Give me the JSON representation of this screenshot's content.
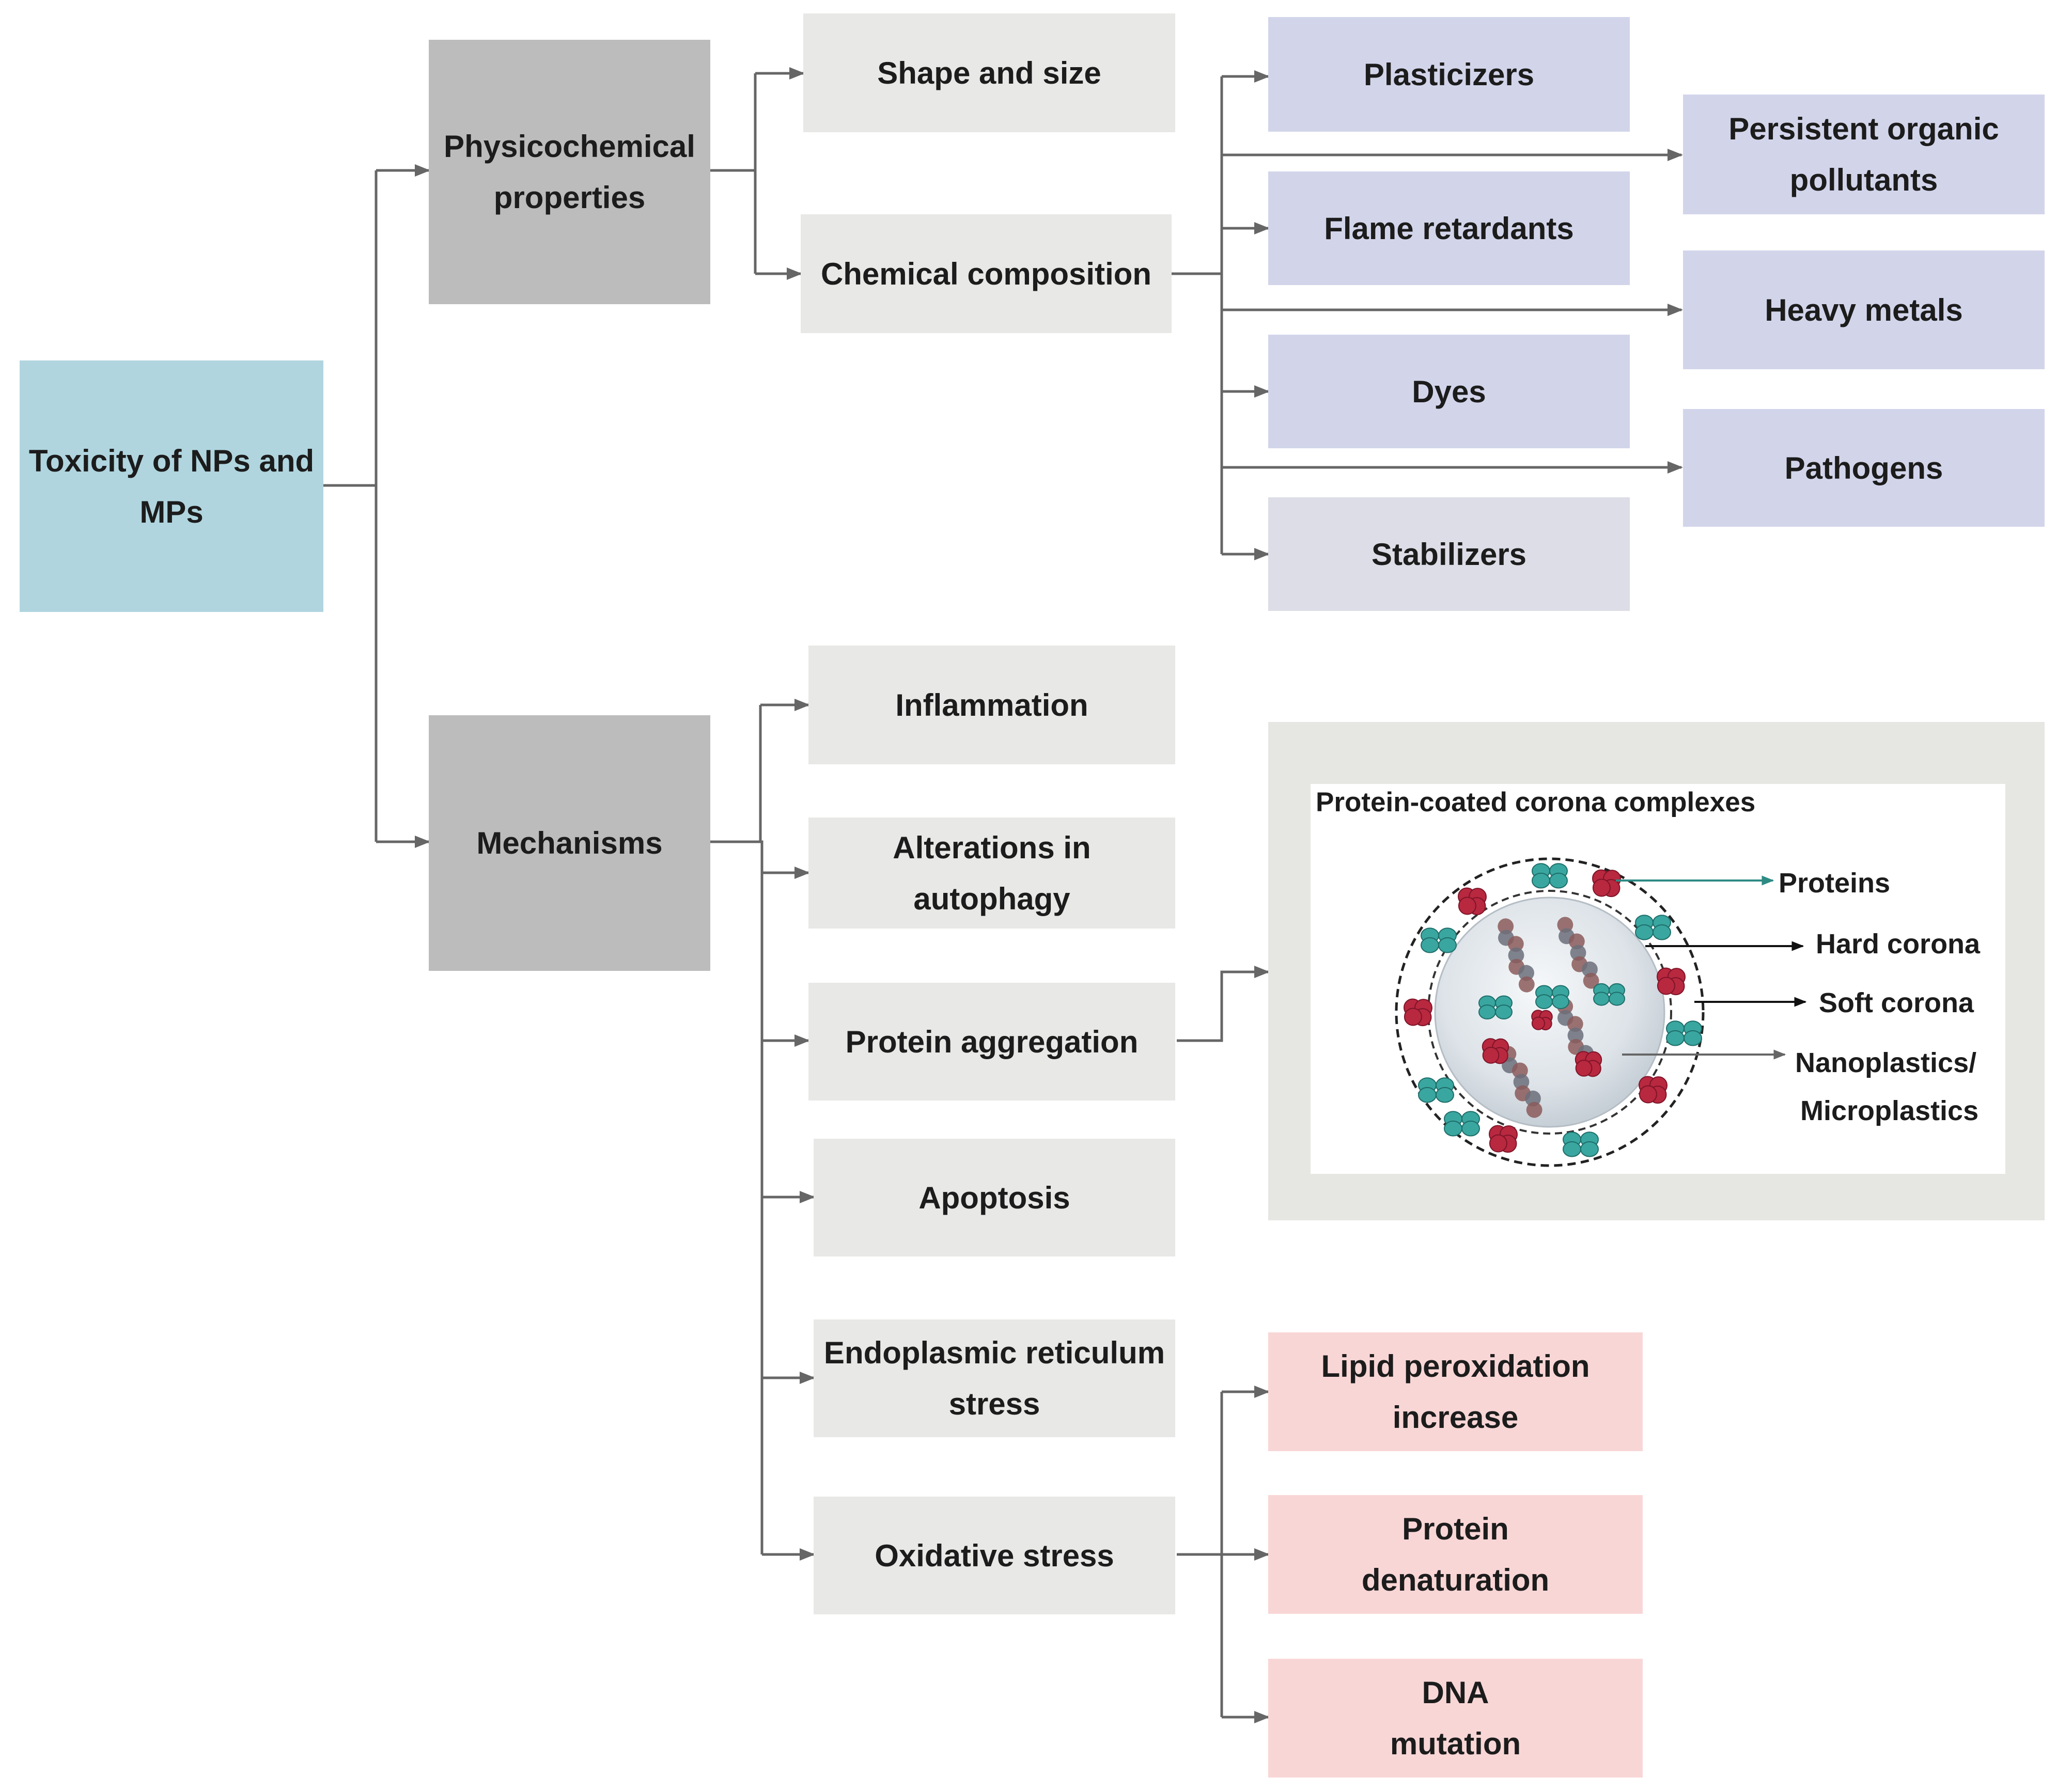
{
  "root": {
    "label": "Toxicity of NPs and MPs"
  },
  "physicochemical": {
    "label": "Physicochemical properties",
    "children": [
      "Shape and size",
      "Chemical composition"
    ]
  },
  "chemical_components": {
    "left": [
      "Plasticizers",
      "Flame retardants",
      "Dyes",
      "Stabilizers"
    ],
    "right": [
      "Persistent organic pollutants",
      "Heavy metals",
      "Pathogens"
    ]
  },
  "mechanisms": {
    "label": "Mechanisms",
    "children": [
      "Inflammation",
      "Alterations in autophagy",
      "Protein aggregation",
      "Apoptosis",
      "Endoplasmic reticulum stress",
      "Oxidative stress"
    ]
  },
  "oxidative_effects": [
    "Lipid peroxidation increase",
    "Protein denaturation",
    "DNA mutation"
  ],
  "corona": {
    "title": "Protein-coated corona complexes",
    "labels": {
      "proteins": "Proteins",
      "hard": "Hard  corona",
      "soft": "Soft corona",
      "np_line1": "Nanoplastics/",
      "np_line2": "Microplastics"
    }
  },
  "colors": {
    "root": "#b0d5df",
    "level1": "#bcbcbc",
    "level2": "#e8e8e6",
    "chemical": "#d2d5ea",
    "stabilizers": "#dcdde6",
    "oxidative": "#f9d6d6",
    "protein_red": "#b8283f",
    "protein_teal": "#3aa6a0",
    "connector": "#666666"
  }
}
